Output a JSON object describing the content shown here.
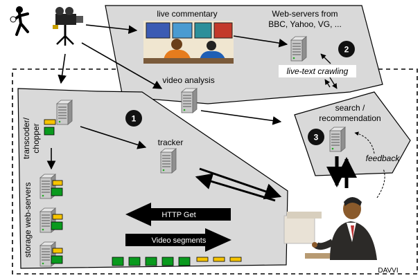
{
  "labels": {
    "live_commentary": "live commentary",
    "web_servers_line1": "Web-servers from",
    "web_servers_line2": "BBC, Yahoo, VG, ...",
    "video_analysis": "video analysis",
    "live_text_crawling": "live-text crawling",
    "transcoder_line1": "transcoder/",
    "transcoder_line2": "chopper",
    "tracker": "tracker",
    "search_line1": "search /",
    "search_line2": "recommendation",
    "feedback": "feedback",
    "storage_web_servers": "storage web-servers",
    "http_get": "HTTP Get",
    "video_segments": "Video segments",
    "davvi": "DAVVI"
  },
  "badges": {
    "one": "1",
    "two": "2",
    "three": "3"
  },
  "colors": {
    "region_fill": "#d9d9d9",
    "badge_fill": "#111111",
    "segment_green": "#0a9a1e",
    "segment_yellow": "#f6c400",
    "arrow": "#000000"
  },
  "icons": [
    "soccer-player-icon",
    "video-camera-icon",
    "commentators-icon",
    "server-icon",
    "user-at-computer-icon"
  ]
}
